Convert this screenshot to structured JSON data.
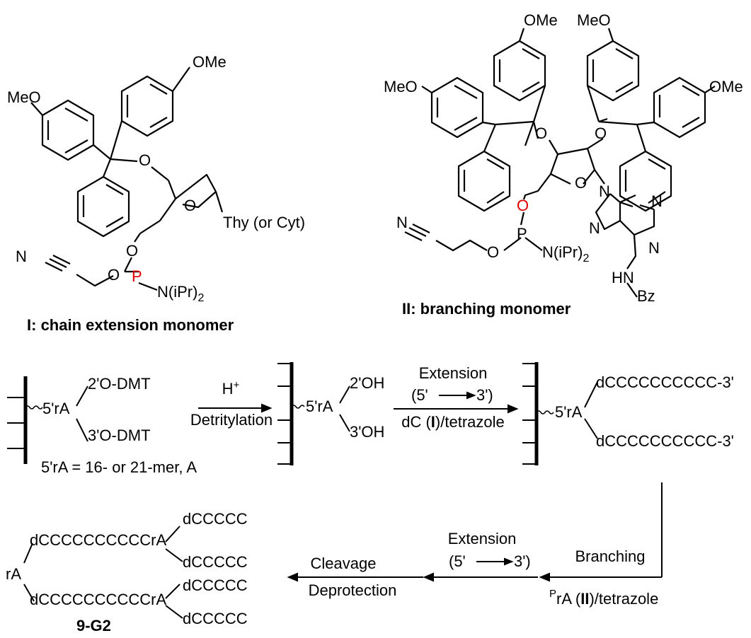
{
  "colors": {
    "ink": "#000000",
    "heteroatom_red": "#e00000",
    "background": "#ffffff"
  },
  "monomer_I": {
    "ome_top": "OMe",
    "meo_left": "MeO",
    "o_trityl": "O",
    "o_ring": "O",
    "base": "Thy (or Cyt)",
    "o_link": "O",
    "p": "P",
    "o_ester": "O",
    "nitrile_n": "N",
    "amine": "N(iPr)",
    "amine_sub": "2",
    "caption_id": "I",
    "caption_rest": ": chain extension monomer"
  },
  "monomer_II": {
    "ome_top_left": "OMe",
    "meo_top_right": "MeO",
    "meo_left": "MeO",
    "ome_right": "OMe",
    "o_trityl_left": "O",
    "o_trityl_right": "O",
    "o_ring": "O",
    "n9": "N",
    "n3": "N",
    "n7": "N",
    "n1": "N",
    "o_red": "O",
    "p": "P",
    "o_ester": "O",
    "nitrile_n": "N",
    "amine": "N(iPr)",
    "amine_sub": "2",
    "hn": "HN",
    "bz": "Bz",
    "caption_id": "II",
    "caption_rest": ": branching monomer"
  },
  "scheme": {
    "s1_rA": "5'rA",
    "s1_top": "2'O-DMT",
    "s1_bottom": "3'O-DMT",
    "s1_note": "5'rA = 16- or 21-mer, A",
    "arrow1_top": "H",
    "arrow1_top_sup": "+",
    "arrow1_bottom": "Detritylation",
    "s2_rA": "5'rA",
    "s2_top": "2'OH",
    "s2_bottom": "3'OH",
    "arrow2_top1": "Extension",
    "arrow2_top2_open": "(5'",
    "arrow2_top2_close": "3')",
    "arrow2_bottom_pre": "dC (",
    "arrow2_bottom_id": "I",
    "arrow2_bottom_post": ")/tetrazole",
    "s3_rA": "5'rA",
    "s3_top": "dCCCCCCCCCC-3'",
    "s3_bottom": "dCCCCCCCCCC-3'",
    "arrow3_label": "Branching",
    "arrow3_reagent_sup": "P",
    "arrow3_reagent_pre": "rA (",
    "arrow3_reagent_id": "II",
    "arrow3_reagent_post": ")/tetrazole",
    "arrow4_top1": "Extension",
    "arrow4_top2_open": "(5'",
    "arrow4_top2_close": "3')",
    "arrow5_top": "Cleavage",
    "arrow5_bottom": "Deprotection",
    "p_rA": "rA",
    "p_upper_chain": "dCCCCCCCCCCrA",
    "p_lower_chain": "dCCCCCCCCCCrA",
    "p_b1": "dCCCCC",
    "p_b2": "dCCCCC",
    "p_b3": "dCCCCC",
    "p_b4": "dCCCCC",
    "p_caption": "9-G2"
  }
}
